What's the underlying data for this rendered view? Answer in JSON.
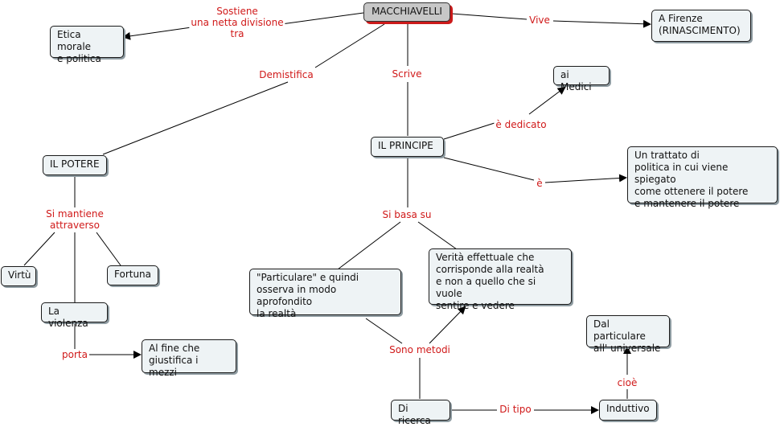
{
  "colors": {
    "link_label": "#d01919",
    "node_bg": "#eef3f5",
    "root_bg": "#c7c7c7",
    "root_shadow": "#cc1a1a"
  },
  "nodes": {
    "machiavelli": "MACCHIAVELLI",
    "etica": "Etica morale\ne politica",
    "firenze": "A Firenze\n(RINASCIMENTO)",
    "medici": "ai Medici",
    "principe": "IL PRINCIPE",
    "potere": "IL POTERE",
    "trattato": "Un trattato di\npolitica in cui viene spiegato\ncome ottenere il potere\ne mantenere il potere",
    "virtu": "Virtù",
    "fortuna": "Fortuna",
    "violenza": "La violenza",
    "fine": "Al fine che\ngiustifica i mezzi",
    "particulare": "\"Particulare\" e quindi\nosserva in modo aprofondito\nla realtà",
    "verita": "Verità effettuale che\ncorrisponde alla realtà\ne non a quello che si vuole\nsentire e vedere",
    "universale": "Dal particulare\nall' universale",
    "ricerca": "Di ricerca",
    "induttivo": "Induttivo"
  },
  "links": {
    "sostiene": "Sostiene\nuna netta divisione\ntra",
    "vive": "Vive",
    "demistifica": "Demistifica",
    "scrive": "Scrive",
    "dedicato": "è dedicato",
    "e": "è",
    "si_mantiene": "Si mantiene\nattraverso",
    "porta": "porta",
    "si_basa": "Si basa su",
    "sono_metodi": "Sono metodi",
    "di_tipo": "Di tipo",
    "cioe": "cioè"
  }
}
